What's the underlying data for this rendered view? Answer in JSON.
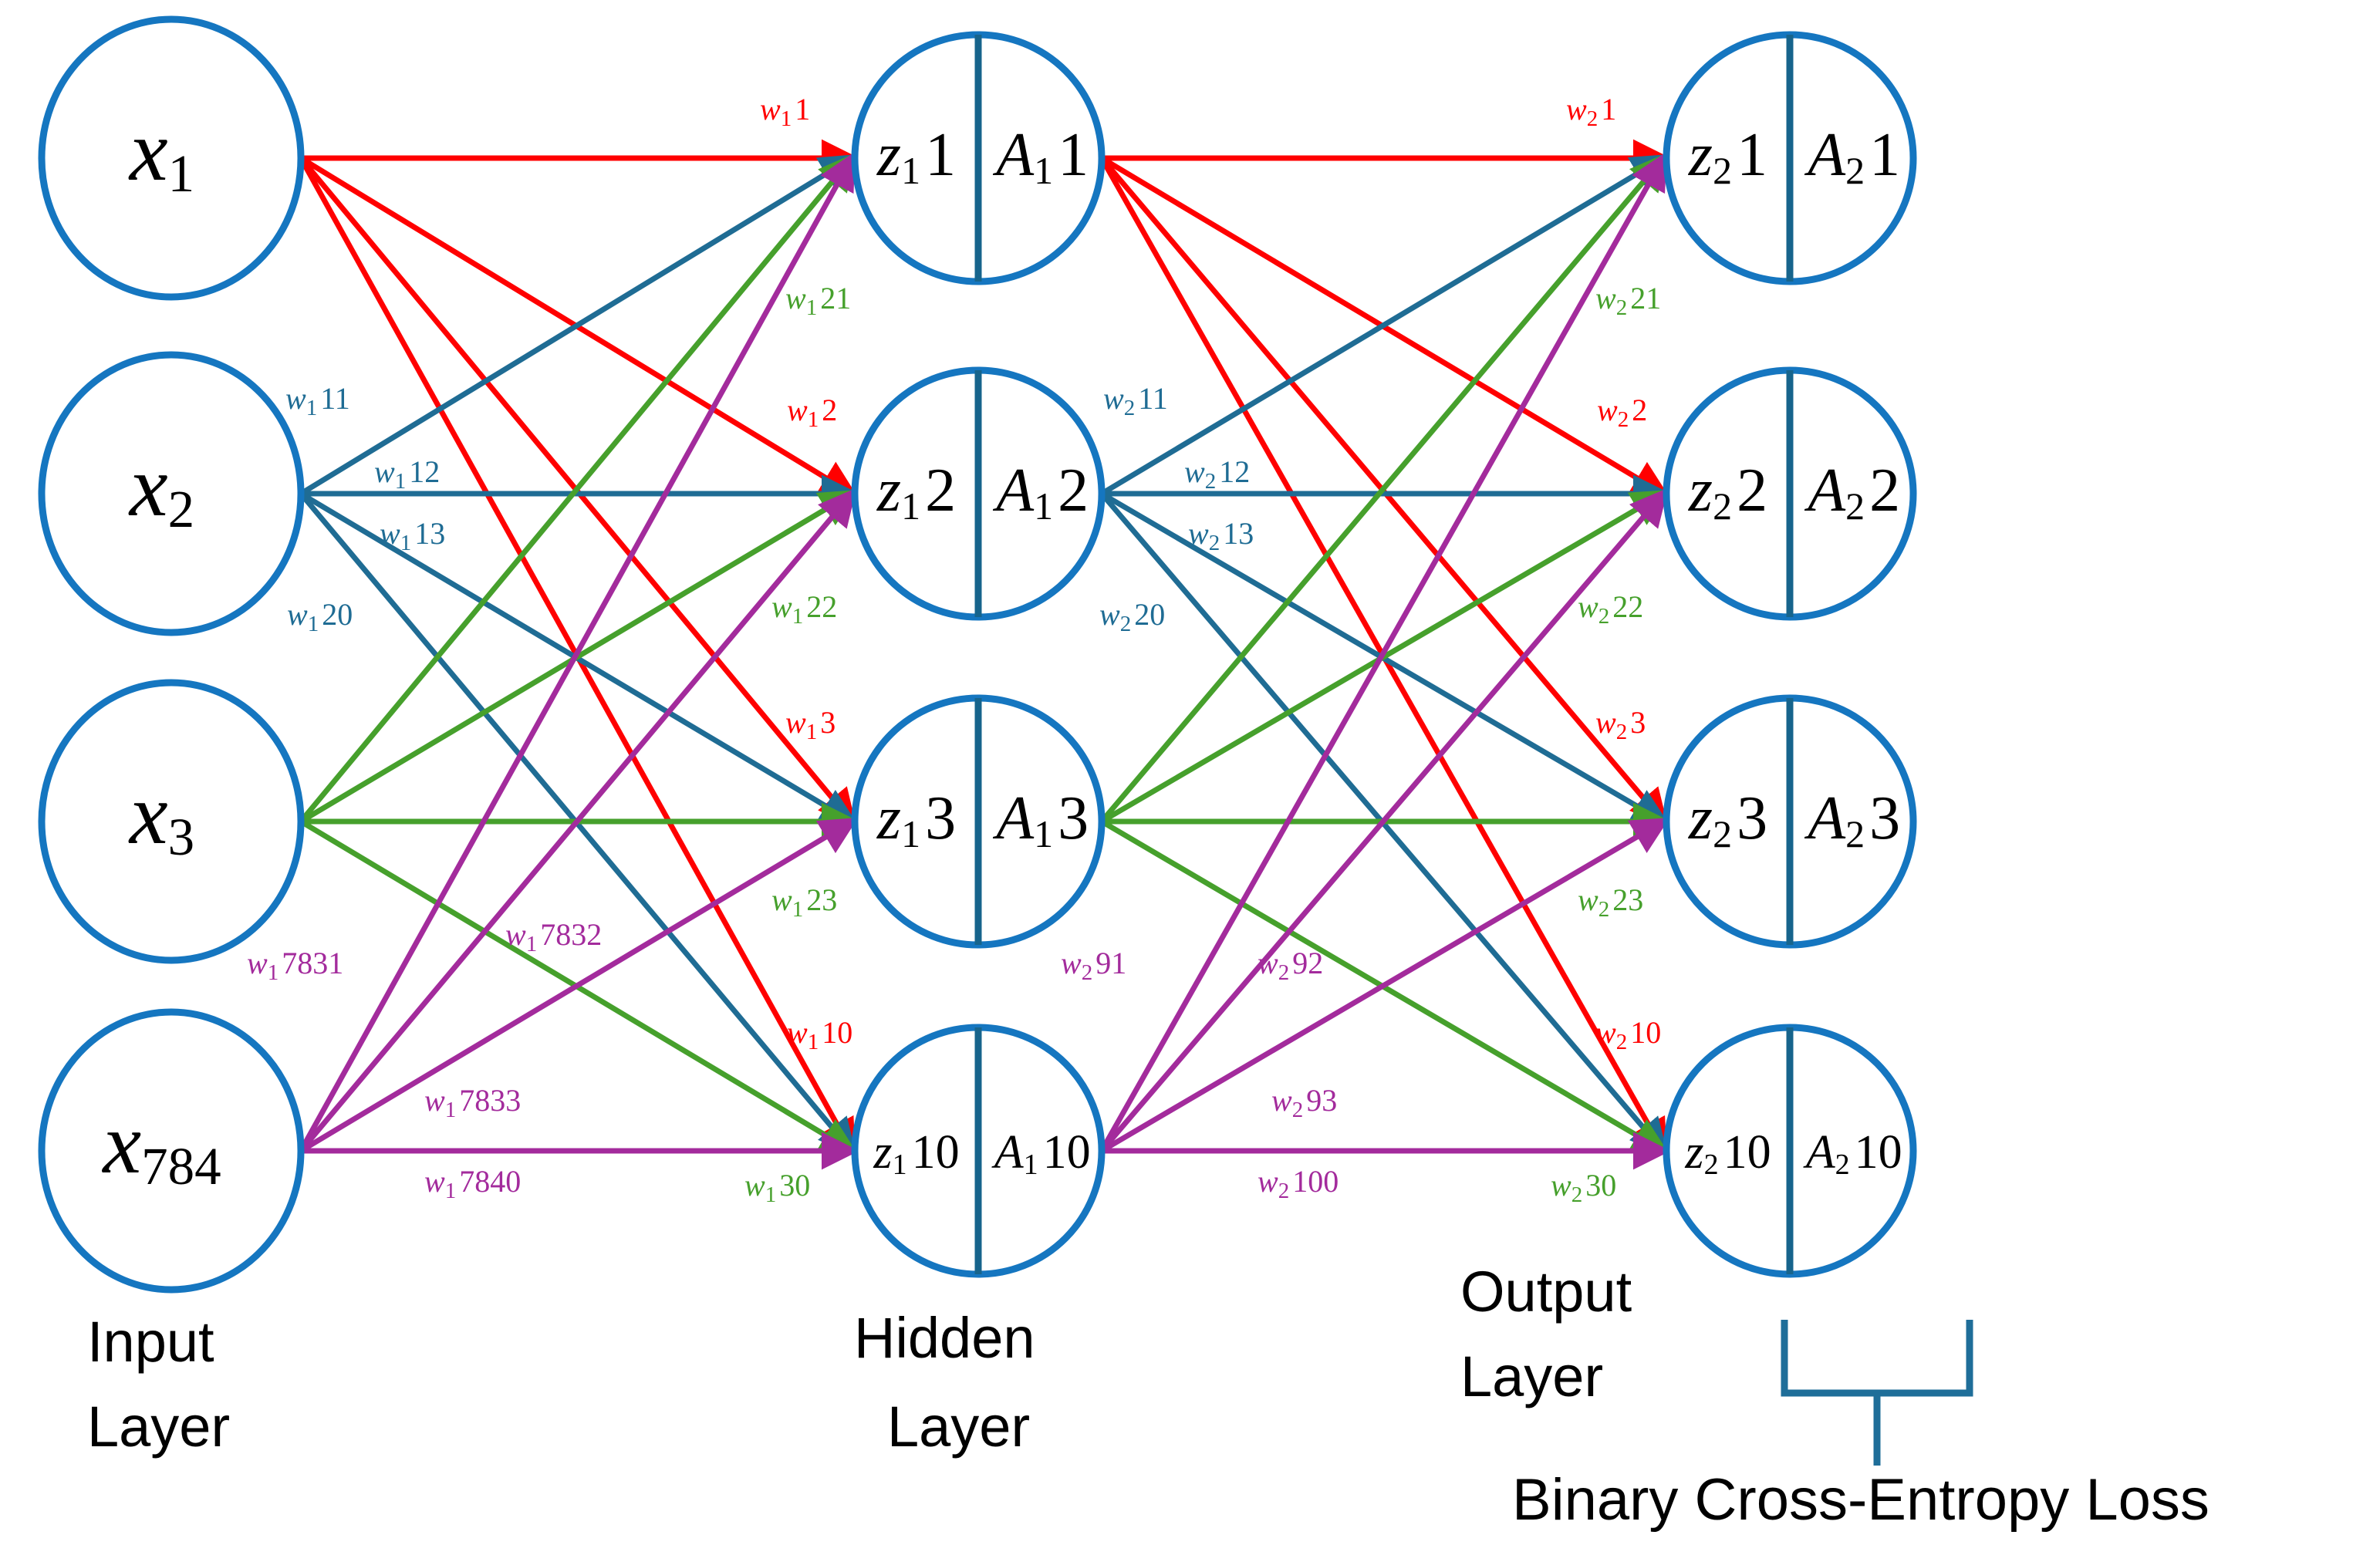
{
  "diagram": {
    "title": "Neural network forward pass diagram",
    "colors": {
      "node_stroke": "#1576C0",
      "node_divider": "#17648C",
      "edge_red": "#FF0000",
      "edge_teal": "#1F6C94",
      "edge_green": "#46A02C",
      "edge_purple": "#A32B9C",
      "brace": "#1F6E99",
      "text": "#000000"
    }
  },
  "layers": {
    "input": {
      "caption_line1": "Input",
      "caption_line2": "Layer",
      "nodes": [
        {
          "base": "x",
          "sub": "1",
          "label": "x1"
        },
        {
          "base": "x",
          "sub": "2",
          "label": "x2"
        },
        {
          "base": "x",
          "sub": "3",
          "label": "x3"
        },
        {
          "base": "x",
          "sub": "784",
          "label": "x784"
        }
      ]
    },
    "hidden": {
      "caption_line1": "Hidden",
      "caption_line2": "Layer",
      "nodes": [
        {
          "z_base": "z",
          "z_sub": "1",
          "z_idx": "1",
          "a_base": "A",
          "a_sub": "1",
          "a_idx": "1"
        },
        {
          "z_base": "z",
          "z_sub": "1",
          "z_idx": "2",
          "a_base": "A",
          "a_sub": "1",
          "a_idx": "2"
        },
        {
          "z_base": "z",
          "z_sub": "1",
          "z_idx": "3",
          "a_base": "A",
          "a_sub": "1",
          "a_idx": "3"
        },
        {
          "z_base": "z",
          "z_sub": "1",
          "z_idx": "10",
          "a_base": "A",
          "a_sub": "1",
          "a_idx": "10"
        }
      ]
    },
    "output": {
      "caption_line1": "Output",
      "caption_line2": "Layer",
      "nodes": [
        {
          "z_base": "z",
          "z_sub": "2",
          "z_idx": "1",
          "a_base": "A",
          "a_sub": "2",
          "a_idx": "1"
        },
        {
          "z_base": "z",
          "z_sub": "2",
          "z_idx": "2",
          "a_base": "A",
          "a_sub": "2",
          "a_idx": "2"
        },
        {
          "z_base": "z",
          "z_sub": "2",
          "z_idx": "3",
          "a_base": "A",
          "a_sub": "2",
          "a_idx": "3"
        },
        {
          "z_base": "z",
          "z_sub": "2",
          "z_idx": "10",
          "a_base": "A",
          "a_sub": "2",
          "a_idx": "10"
        }
      ]
    }
  },
  "loss": {
    "label": "Binary Cross-Entropy Loss"
  },
  "weights_layer1": {
    "red": [
      {
        "w": "w",
        "sub": "1",
        "idx": "1"
      },
      {
        "w": "w",
        "sub": "1",
        "idx": "2"
      },
      {
        "w": "w",
        "sub": "1",
        "idx": "3"
      },
      {
        "w": "w",
        "sub": "1",
        "idx": "10"
      }
    ],
    "teal": [
      {
        "w": "w",
        "sub": "1",
        "idx": "11"
      },
      {
        "w": "w",
        "sub": "1",
        "idx": "12"
      },
      {
        "w": "w",
        "sub": "1",
        "idx": "13"
      },
      {
        "w": "w",
        "sub": "1",
        "idx": "20"
      }
    ],
    "green": [
      {
        "w": "w",
        "sub": "1",
        "idx": "21"
      },
      {
        "w": "w",
        "sub": "1",
        "idx": "22"
      },
      {
        "w": "w",
        "sub": "1",
        "idx": "23"
      },
      {
        "w": "w",
        "sub": "1",
        "idx": "30"
      }
    ],
    "purple": [
      {
        "w": "w",
        "sub": "1",
        "idx": "7831"
      },
      {
        "w": "w",
        "sub": "1",
        "idx": "7832"
      },
      {
        "w": "w",
        "sub": "1",
        "idx": "7833"
      },
      {
        "w": "w",
        "sub": "1",
        "idx": "7840"
      }
    ]
  },
  "weights_layer2": {
    "red": [
      {
        "w": "w",
        "sub": "2",
        "idx": "1"
      },
      {
        "w": "w",
        "sub": "2",
        "idx": "2"
      },
      {
        "w": "w",
        "sub": "2",
        "idx": "3"
      },
      {
        "w": "w",
        "sub": "2",
        "idx": "10"
      }
    ],
    "teal": [
      {
        "w": "w",
        "sub": "2",
        "idx": "11"
      },
      {
        "w": "w",
        "sub": "2",
        "idx": "12"
      },
      {
        "w": "w",
        "sub": "2",
        "idx": "13"
      },
      {
        "w": "w",
        "sub": "2",
        "idx": "20"
      }
    ],
    "green": [
      {
        "w": "w",
        "sub": "2",
        "idx": "21"
      },
      {
        "w": "w",
        "sub": "2",
        "idx": "22"
      },
      {
        "w": "w",
        "sub": "2",
        "idx": "23"
      },
      {
        "w": "w",
        "sub": "2",
        "idx": "30"
      }
    ],
    "purple": [
      {
        "w": "w",
        "sub": "2",
        "idx": "91"
      },
      {
        "w": "w",
        "sub": "2",
        "idx": "92"
      },
      {
        "w": "w",
        "sub": "2",
        "idx": "93"
      },
      {
        "w": "w",
        "sub": "2",
        "idx": "100"
      }
    ]
  },
  "chart_data": {
    "type": "diagram",
    "title": "Fully-connected neural network with one hidden layer",
    "structure": {
      "input_units_shown": 4,
      "input_units_total": 784,
      "hidden_units_shown": 4,
      "hidden_units_total": 10,
      "output_units_shown": 4,
      "output_units_total": 10
    },
    "loss_function": "Binary Cross-Entropy Loss"
  }
}
